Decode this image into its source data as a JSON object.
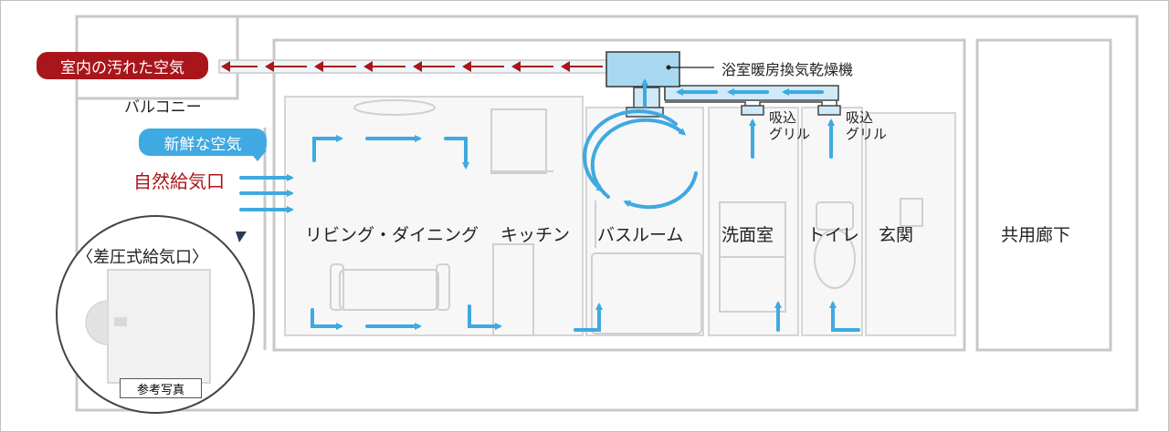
{
  "labels": {
    "dirty_air": "室内の汚れた空気",
    "balcony": "バルコニー",
    "fresh_air": "新鮮な空気",
    "natural_inlet": "自然給気口",
    "unit": "浴室暖房換気乾燥機",
    "grille_1_line1": "吸込",
    "grille_1_line2": "グリル",
    "grille_2_line1": "吸込",
    "grille_2_line2": "グリル",
    "public_hall": "共用廊下",
    "inset_title": "〈差圧式給気口〉",
    "photo_note": "参考写真"
  },
  "rooms": {
    "living": "リビング・ダイニング",
    "kitchen": "キッチン",
    "bathroom": "バスルーム",
    "washroom": "洗面室",
    "toilet": "トイレ",
    "entrance": "玄関"
  },
  "colors": {
    "exhaust_arrow": "#a8161b",
    "airflow_arrow": "#3fa9e1",
    "duct_fill": "#cfe9f7",
    "unit_fill": "#a9d9f2",
    "wall": "#c8c8c8",
    "interior": "#e6e6e6"
  }
}
